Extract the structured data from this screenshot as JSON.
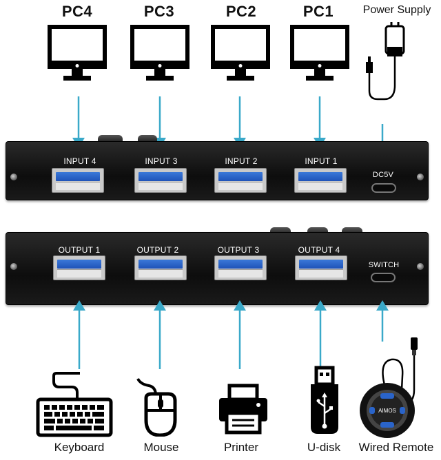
{
  "pcs": [
    {
      "label": "PC4"
    },
    {
      "label": "PC3"
    },
    {
      "label": "PC2"
    },
    {
      "label": "PC1"
    }
  ],
  "power_supply": {
    "label": "Power Supply"
  },
  "inputs": [
    {
      "label": "INPUT 4"
    },
    {
      "label": "INPUT 3"
    },
    {
      "label": "INPUT 2"
    },
    {
      "label": "INPUT 1"
    }
  ],
  "dc_port": {
    "label": "DC5V"
  },
  "outputs": [
    {
      "label": "OUTPUT 1"
    },
    {
      "label": "OUTPUT 2"
    },
    {
      "label": "OUTPUT 3"
    },
    {
      "label": "OUTPUT 4"
    }
  ],
  "switch_port": {
    "label": "SWITCH"
  },
  "devices": [
    {
      "label": "Keyboard",
      "icon": "keyboard-icon"
    },
    {
      "label": "Mouse",
      "icon": "mouse-icon"
    },
    {
      "label": "Printer",
      "icon": "printer-icon"
    },
    {
      "label": "U-disk",
      "icon": "usb-drive-icon"
    },
    {
      "label": "Wired Remote",
      "icon": "wired-remote-icon"
    }
  ],
  "remote_logo": {
    "text": "AIMOS"
  },
  "colors": {
    "arrow": "#3aa9c9",
    "usb_blue": "#2a64c9",
    "box": "#1a1a1a"
  }
}
